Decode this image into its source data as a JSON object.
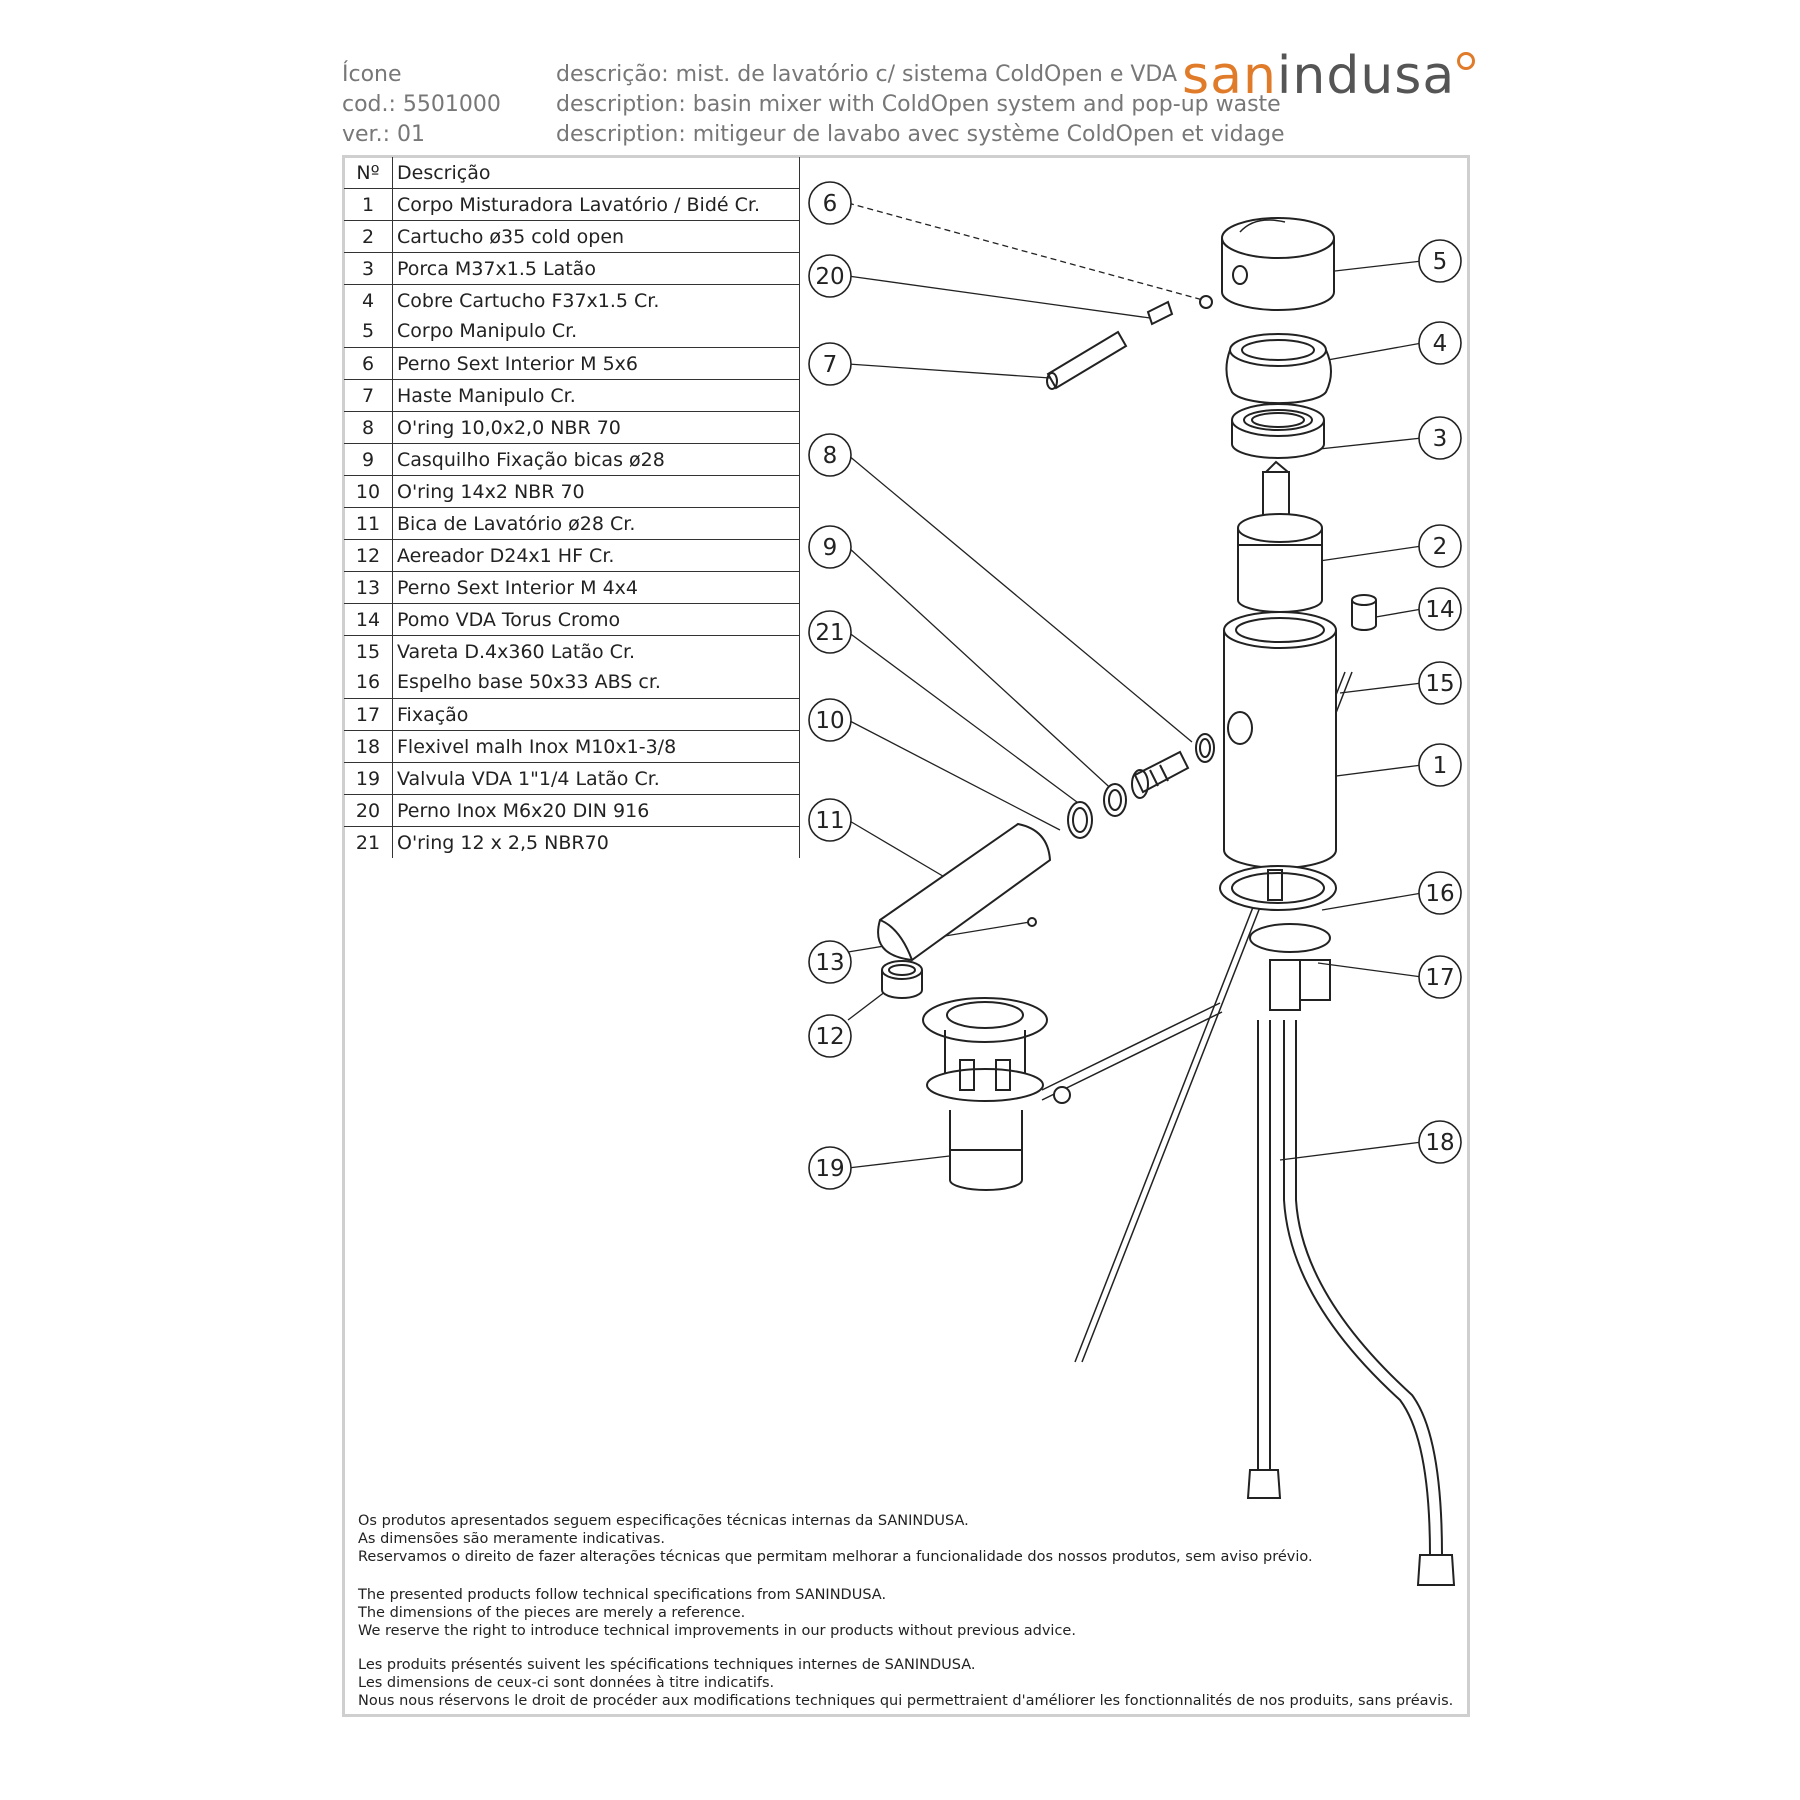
{
  "header": {
    "left": [
      "Ícone",
      "cod.: 5501000",
      "ver.: 01"
    ],
    "descriptions": [
      "descrição: mist. de lavatório c/ sistema ColdOpen e VDA",
      "description: basin mixer with ColdOpen system and pop-up waste",
      "description: mitigeur de lavabo avec système ColdOpen et vidage"
    ],
    "logo": {
      "orange": "san",
      "gray": "indusa"
    }
  },
  "parts_table": {
    "col_num": "Nº",
    "col_desc": "Descrição",
    "rows": [
      {
        "n": [
          "1"
        ],
        "d": [
          "Corpo Misturadora Lavatório / Bidé Cr."
        ]
      },
      {
        "n": [
          "2"
        ],
        "d": [
          "Cartucho ø35 cold open"
        ]
      },
      {
        "n": [
          "3"
        ],
        "d": [
          "Porca M37x1.5 Latão"
        ]
      },
      {
        "n": [
          "4",
          "5"
        ],
        "d": [
          "Cobre Cartucho F37x1.5 Cr.",
          "Corpo Manipulo Cr."
        ]
      },
      {
        "n": [
          "6"
        ],
        "d": [
          "Perno Sext Interior M 5x6"
        ]
      },
      {
        "n": [
          "7"
        ],
        "d": [
          "Haste Manipulo Cr."
        ]
      },
      {
        "n": [
          "8"
        ],
        "d": [
          "O'ring 10,0x2,0 NBR 70"
        ]
      },
      {
        "n": [
          "9"
        ],
        "d": [
          "Casquilho Fixação bicas ø28"
        ]
      },
      {
        "n": [
          "10"
        ],
        "d": [
          "O'ring 14x2 NBR 70"
        ]
      },
      {
        "n": [
          "11"
        ],
        "d": [
          "Bica de Lavatório ø28 Cr."
        ]
      },
      {
        "n": [
          "12"
        ],
        "d": [
          "Aereador D24x1 HF Cr."
        ]
      },
      {
        "n": [
          "13"
        ],
        "d": [
          "Perno Sext Interior M 4x4"
        ]
      },
      {
        "n": [
          "14"
        ],
        "d": [
          "Pomo VDA Torus Cromo"
        ]
      },
      {
        "n": [
          "15",
          "16"
        ],
        "d": [
          "Vareta D.4x360 Latão Cr.",
          "Espelho base 50x33 ABS cr."
        ]
      },
      {
        "n": [
          "17"
        ],
        "d": [
          "Fixação"
        ]
      },
      {
        "n": [
          "18"
        ],
        "d": [
          "Flexivel malh Inox M10x1-3/8"
        ]
      },
      {
        "n": [
          "19"
        ],
        "d": [
          "Valvula VDA 1\"1/4 Latão Cr."
        ]
      },
      {
        "n": [
          "20"
        ],
        "d": [
          "Perno Inox M6x20 DIN 916"
        ]
      },
      {
        "n": [
          "21"
        ],
        "d": [
          "O'ring 12 x 2,5 NBR70"
        ]
      }
    ]
  },
  "callouts": [
    "6",
    "20",
    "7",
    "8",
    "9",
    "21",
    "10",
    "11",
    "13",
    "12",
    "19",
    "5",
    "4",
    "3",
    "2",
    "14",
    "15",
    "1",
    "16",
    "17",
    "18"
  ],
  "footer": {
    "pt": [
      "Os produtos apresentados seguem especificações técnicas internas da SANINDUSA.",
      "As dimensões são meramente indicativas.",
      "Reservamos o direito de fazer alterações técnicas que permitam melhorar a funcionalidade dos nossos produtos, sem aviso prévio."
    ],
    "en": [
      "The presented products follow technical specifications from SANINDUSA.",
      "The dimensions of the pieces are merely a reference.",
      "We reserve the right to introduce technical improvements in our products without previous advice."
    ],
    "fr": [
      "Les produits présentés suivent les spécifications techniques internes de SANINDUSA.",
      "Les dimensions de ceux-ci sont données à titre indicatifs.",
      "Nous nous réservons le droit de procéder aux modifications techniques qui permettraient d'améliorer les fonctionnalités de nos produits, sans préavis."
    ]
  },
  "colors": {
    "brand_orange": "#e07b2a",
    "header_gray": "#777777",
    "frame_gray": "#cfcfcf"
  }
}
